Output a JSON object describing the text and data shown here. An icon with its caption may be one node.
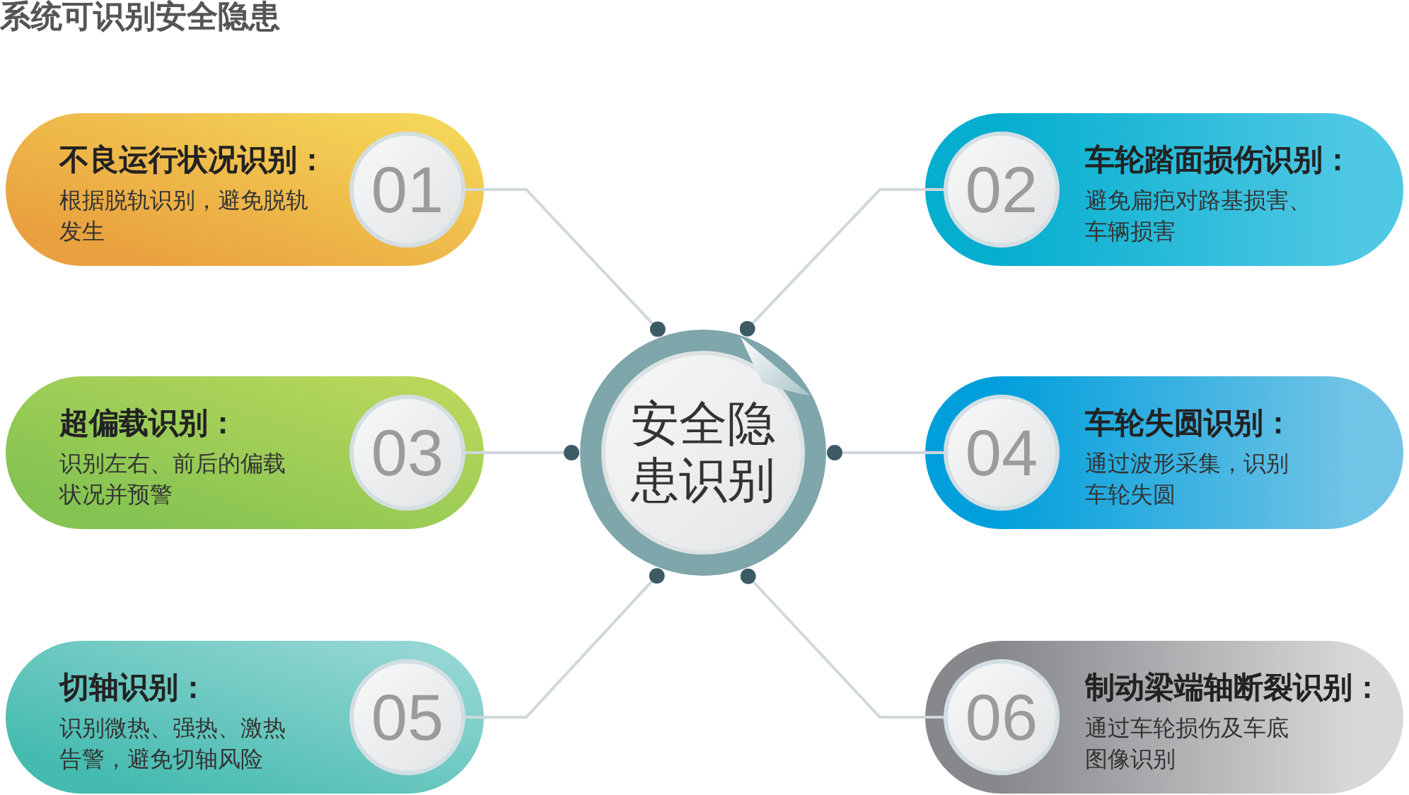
{
  "diagram": {
    "title": "系统可识别安全隐患",
    "nodes": [
      {
        "text": [
          "不良运行状况识别：",
          "根据脱轨识别，避免脱轨发生"
        ]
      },
      {
        "text": [
          "01"
        ],
        "in": 0
      },
      {
        "text": [
          "车轮踏面损伤识别：",
          "避免扁疤对路基损害、车辆损害"
        ]
      },
      {
        "text": [
          "02"
        ],
        "in": 2
      },
      {
        "text": [
          "超偏载识别：",
          "识别左右、前后的偏载状况并预警"
        ]
      },
      {
        "text": [
          "03"
        ],
        "in": 4
      },
      {
        "text": [
          "安全隐患识别"
        ]
      },
      {
        "text": [
          "车轮失圆识别：",
          "通过波形采集，识别车轮失圆"
        ]
      },
      {
        "text": [
          "04"
        ],
        "in": 7
      },
      {
        "text": [
          "切轴识别：",
          "识别微热、强热、激热告警，避免切轴风险"
        ]
      },
      {
        "text": [
          "05"
        ],
        "in": 9
      },
      {
        "text": [
          "制动梁端轴断裂识别：",
          "通过车轮损伤及车底图像识别"
        ]
      },
      {
        "text": [
          "06"
        ],
        "in": 11
      }
    ],
    "edges": [
      {
        "from": 1,
        "to": 6,
        "arrow": "other"
      },
      {
        "from": 3,
        "to": 6,
        "arrow": "other"
      },
      {
        "from": 5,
        "to": 6,
        "arrow": "other"
      },
      {
        "from": 8,
        "to": 6,
        "arrow": "other"
      },
      {
        "from": 10,
        "to": 6,
        "arrow": "other"
      },
      {
        "from": 12,
        "to": 6,
        "arrow": "other"
      }
    ]
  }
}
